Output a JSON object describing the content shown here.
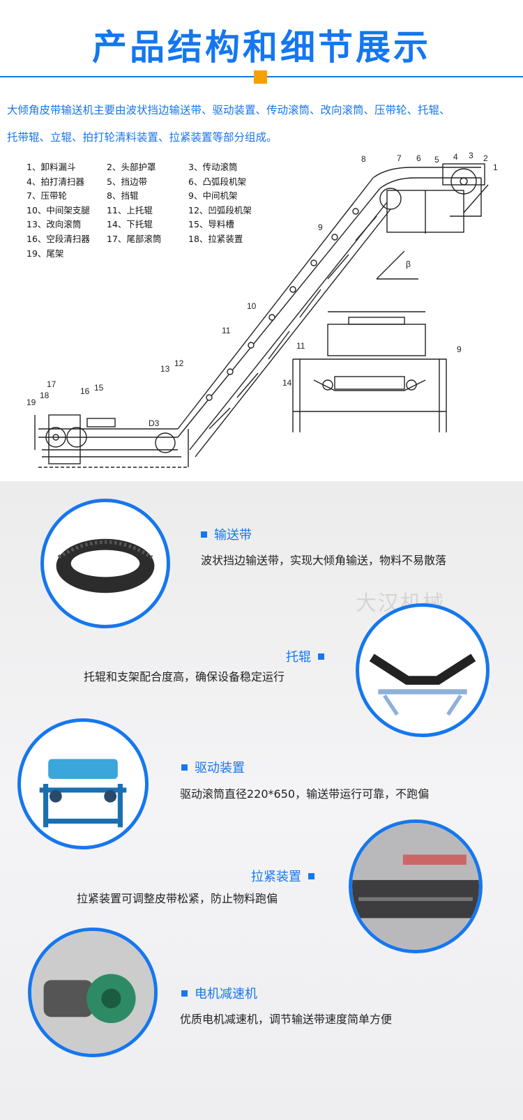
{
  "header": {
    "title": "产品结构和细节展示"
  },
  "intro": {
    "line1": "大倾角皮带输送机主要由波状挡边输送带、驱动装置、传动滚筒、改向滚筒、压带轮、托辊、",
    "line2": "托带辊、立辊、拍打轮清料装置、拉紧装置等部分组成。"
  },
  "legend": [
    "1、卸料漏斗",
    "2、头部护罩",
    "3、传动滚筒",
    "4、拍打清扫器",
    "5、挡边带",
    "6、凸弧段机架",
    "7、压带轮",
    "8、挡辊",
    "9、中间机架",
    "10、中间架支腿",
    "11、上托辊",
    "12、凹弧段机架",
    "13、改向滚筒",
    "14、下托辊",
    "15、导料槽",
    "16、空段清扫器",
    "17、尾部滚筒",
    "18、拉紧装置",
    "19、尾架"
  ],
  "diagram_labels": {
    "n1": "1",
    "n2": "2",
    "n3": "3",
    "n4": "4",
    "n5": "5",
    "n6": "6",
    "n7": "7",
    "n8": "8",
    "n9": "9",
    "n9b": "9",
    "n10": "10",
    "n11": "11",
    "n11b": "11",
    "n12": "12",
    "n13": "13",
    "n14": "14",
    "n15": "15",
    "n16": "16",
    "n17": "17",
    "n18": "18",
    "n19": "19",
    "d3": "D3",
    "beta": "β"
  },
  "watermark": "大汉机械",
  "features": [
    {
      "title": "输送带",
      "desc": "波状挡边输送带，实现大倾角输送，物料不易散落",
      "icon": "corrugated-belt-photo"
    },
    {
      "title": "托辊",
      "desc": "托辊和支架配合度高，确保设备稳定运行",
      "icon": "idler-roller-photo"
    },
    {
      "title": "驱动装置",
      "desc": "驱动滚筒直径220*650，输送带运行可靠，不跑偏",
      "icon": "drive-unit-photo"
    },
    {
      "title": "拉紧装置",
      "desc": "拉紧装置可调整皮带松紧，防止物料跑偏",
      "icon": "tensioner-photo"
    },
    {
      "title": "电机减速机",
      "desc": "优质电机减速机，调节输送带速度简单方便",
      "icon": "motor-reducer-photo"
    }
  ],
  "colors": {
    "accent": "#1477f0",
    "marker": "#f7a000",
    "text": "#222222"
  }
}
